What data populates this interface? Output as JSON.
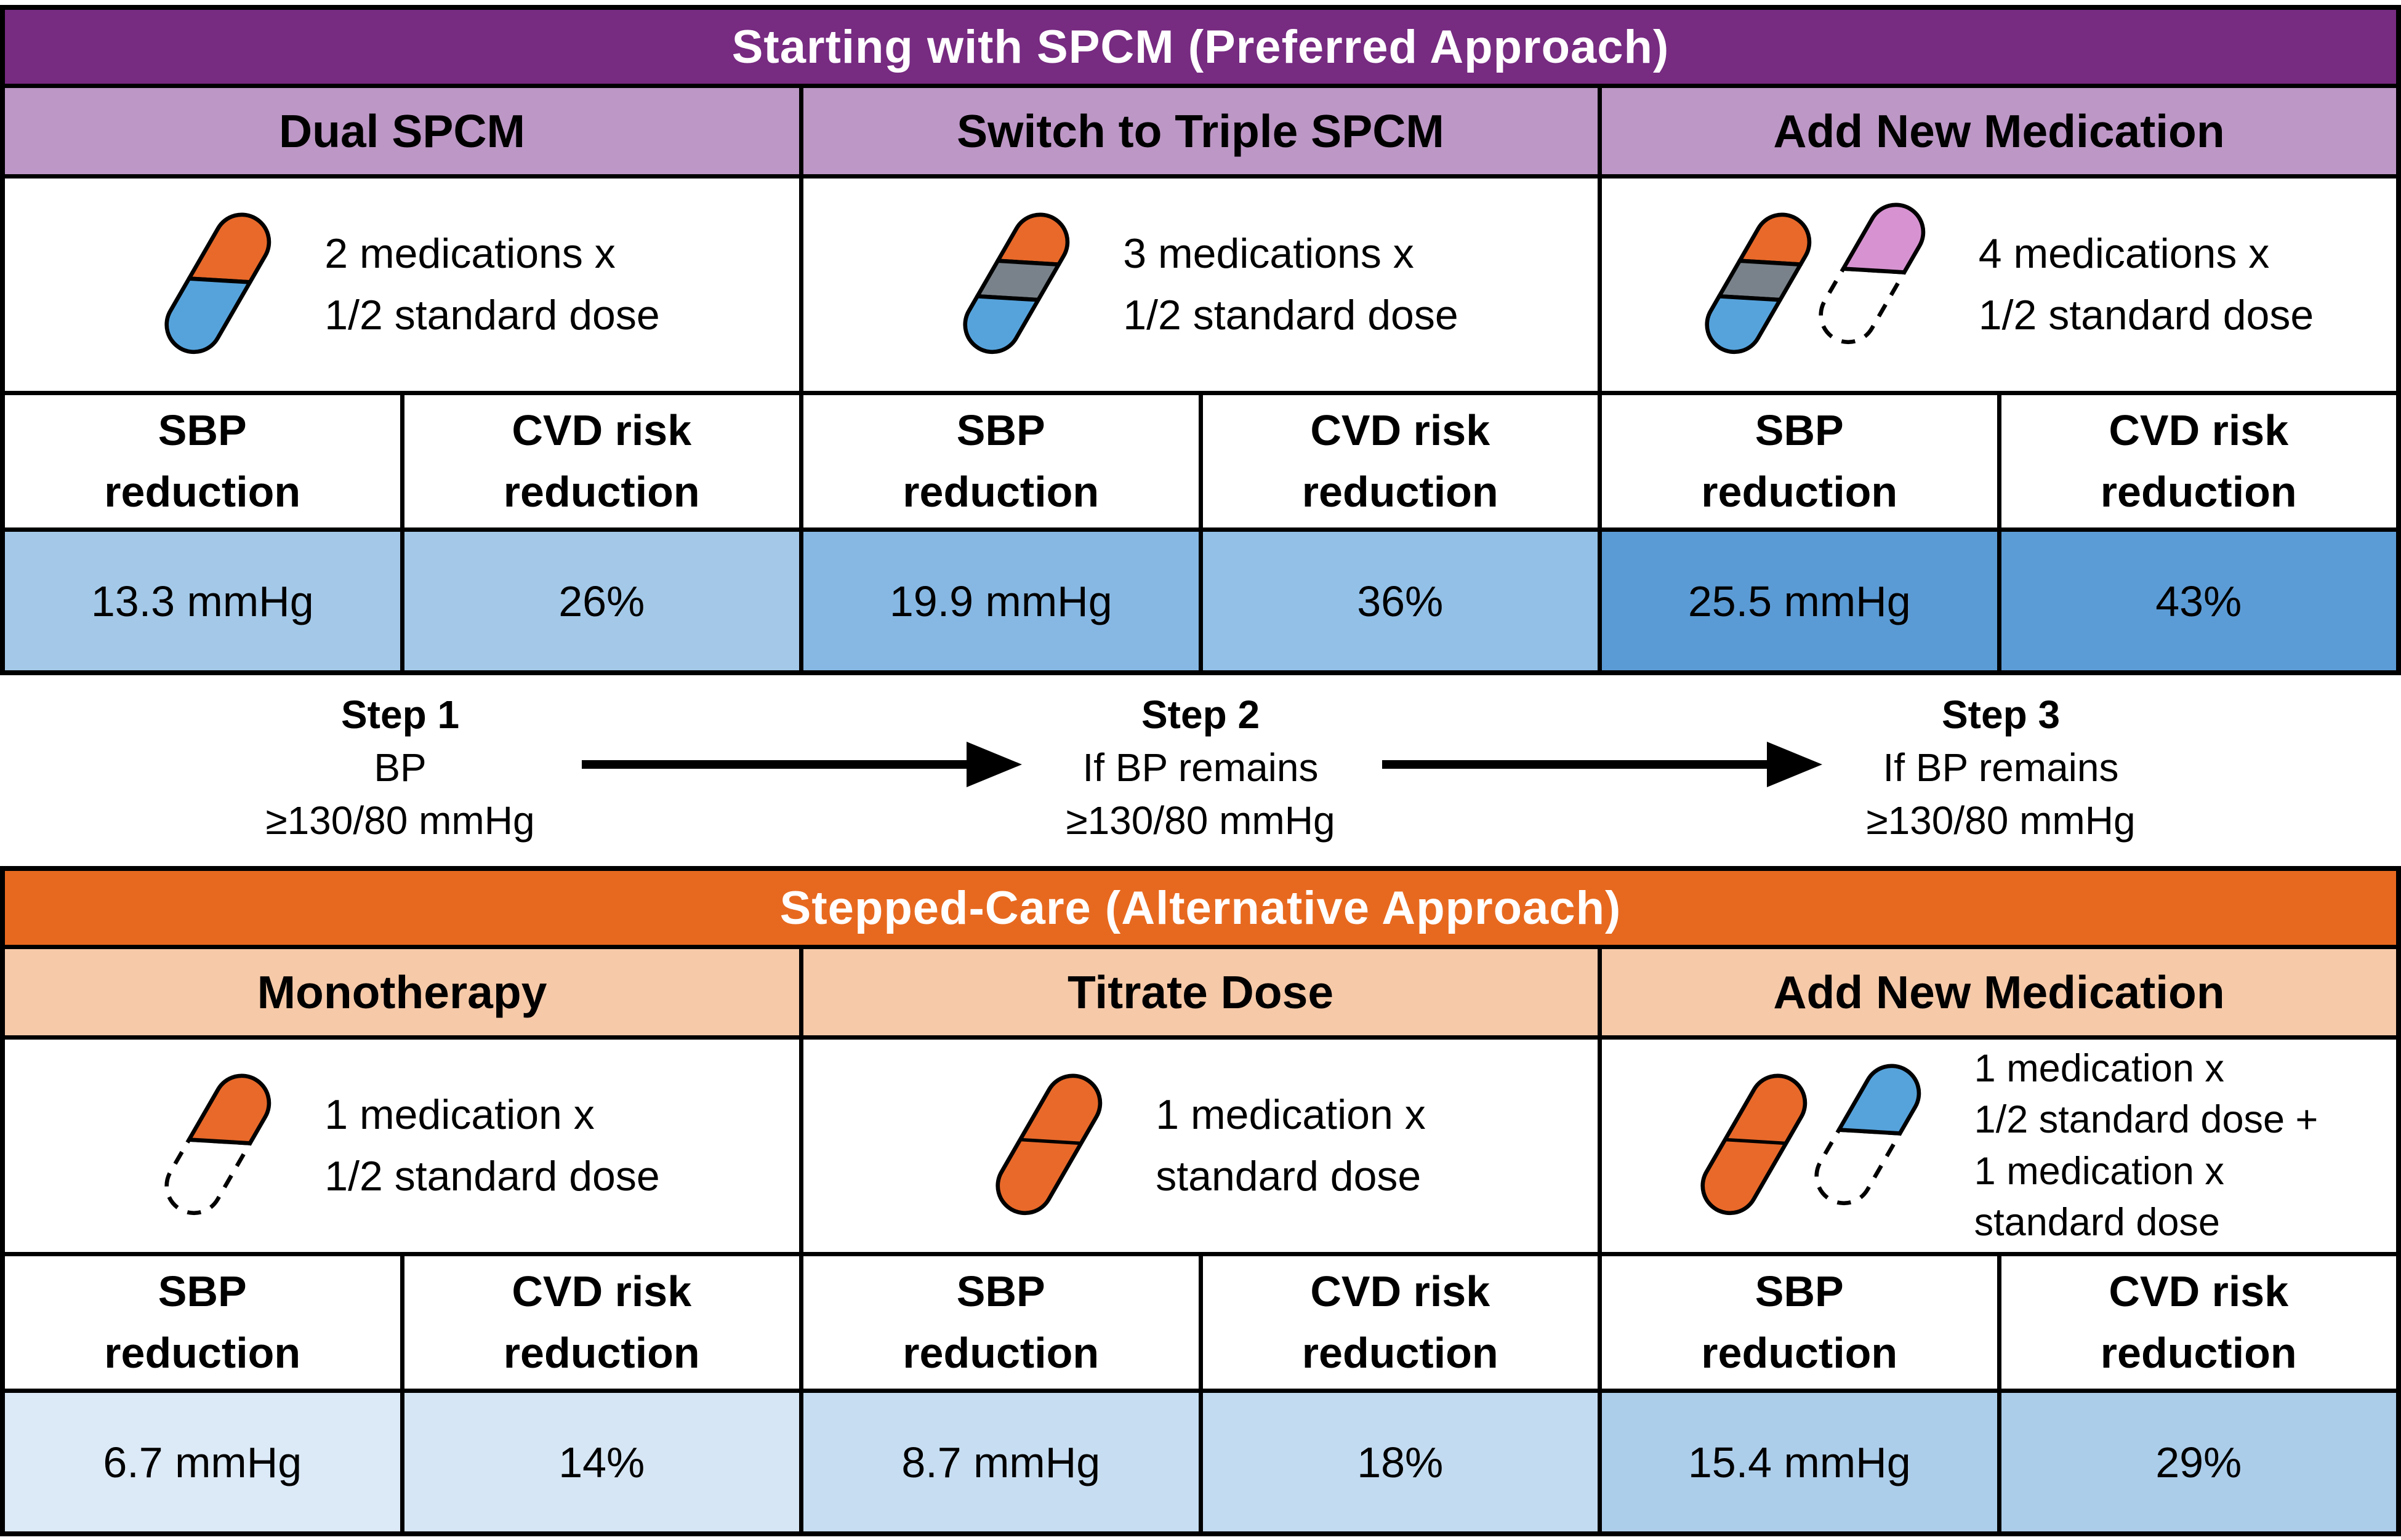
{
  "palette": {
    "spcm_header_bg": "#772B81",
    "spcm_subheader_bg": "#BD97C6",
    "stepped_header_bg": "#E7691F",
    "stepped_subheader_bg": "#F6C9A8",
    "pill_orange": "#E8692A",
    "pill_blue": "#56A3DC",
    "pill_gray": "#79828A",
    "pill_pink": "#D793D1",
    "grid_line": "#000000",
    "header_text": "#FFFFFF"
  },
  "spcm_table": {
    "title": "Starting with SPCM (Preferred Approach)",
    "columns": [
      {
        "header": "Dual SPCM",
        "pill_icons": [
          "capsule-half-orange-half-blue"
        ],
        "description": "2 medications x\n1/2 standard dose",
        "metrics": [
          {
            "label": "SBP\nreduction",
            "value": "13.3 mmHg",
            "bg": "#A4C9E8"
          },
          {
            "label": "CVD risk\nreduction",
            "value": "26%",
            "bg": "#A4C9E8"
          }
        ]
      },
      {
        "header": "Switch to Triple SPCM",
        "pill_icons": [
          "capsule-orange-gray-blue"
        ],
        "description": "3 medications x\n1/2 standard dose",
        "metrics": [
          {
            "label": "SBP\nreduction",
            "value": "19.9 mmHg",
            "bg": "#87B8E3"
          },
          {
            "label": "CVD risk\nreduction",
            "value": "36%",
            "bg": "#92C0E7"
          }
        ]
      },
      {
        "header": "Add New Medication",
        "pill_icons": [
          "capsule-orange-gray-blue",
          "capsule-half-pink-half-dashed"
        ],
        "description": "4 medications x\n1/2 standard dose",
        "metrics": [
          {
            "label": "SBP\nreduction",
            "value": "25.5 mmHg",
            "bg": "#5B9BD5"
          },
          {
            "label": "CVD risk\nreduction",
            "value": "43%",
            "bg": "#5C9CD6"
          }
        ]
      }
    ]
  },
  "steps": [
    {
      "title": "Step 1",
      "condition": "BP\n≥130/80 mmHg"
    },
    {
      "title": "Step 2",
      "condition": "If BP remains\n≥130/80 mmHg"
    },
    {
      "title": "Step 3",
      "condition": "If BP remains\n≥130/80 mmHg"
    }
  ],
  "stepped_care_table": {
    "title": "Stepped-Care (Alternative Approach)",
    "columns": [
      {
        "header": "Monotherapy",
        "pill_icons": [
          "capsule-half-orange-half-dashed"
        ],
        "description": "1 medication x\n1/2 standard dose",
        "metrics": [
          {
            "label": "SBP\nreduction",
            "value": "6.7 mmHg",
            "bg": "#DCE9F6"
          },
          {
            "label": "CVD risk\nreduction",
            "value": "14%",
            "bg": "#D7E6F4"
          }
        ]
      },
      {
        "header": "Titrate Dose",
        "pill_icons": [
          "capsule-orange-standard"
        ],
        "description": "1 medication x\nstandard dose",
        "metrics": [
          {
            "label": "SBP\nreduction",
            "value": "8.7 mmHg",
            "bg": "#C7DEF2"
          },
          {
            "label": "CVD risk\nreduction",
            "value": "18%",
            "bg": "#C3DBF0"
          }
        ]
      },
      {
        "header": "Add New Medication",
        "pill_icons": [
          "capsule-orange-standard",
          "capsule-half-blue-half-dashed"
        ],
        "description": "1 medication x\n1/2 standard dose +\n1 medication x\nstandard dose",
        "metrics": [
          {
            "label": "SBP\nreduction",
            "value": "15.4 mmHg",
            "bg": "#ADCEEB"
          },
          {
            "label": "CVD risk\nreduction",
            "value": "29%",
            "bg": "#ABCDEA"
          }
        ]
      }
    ]
  }
}
